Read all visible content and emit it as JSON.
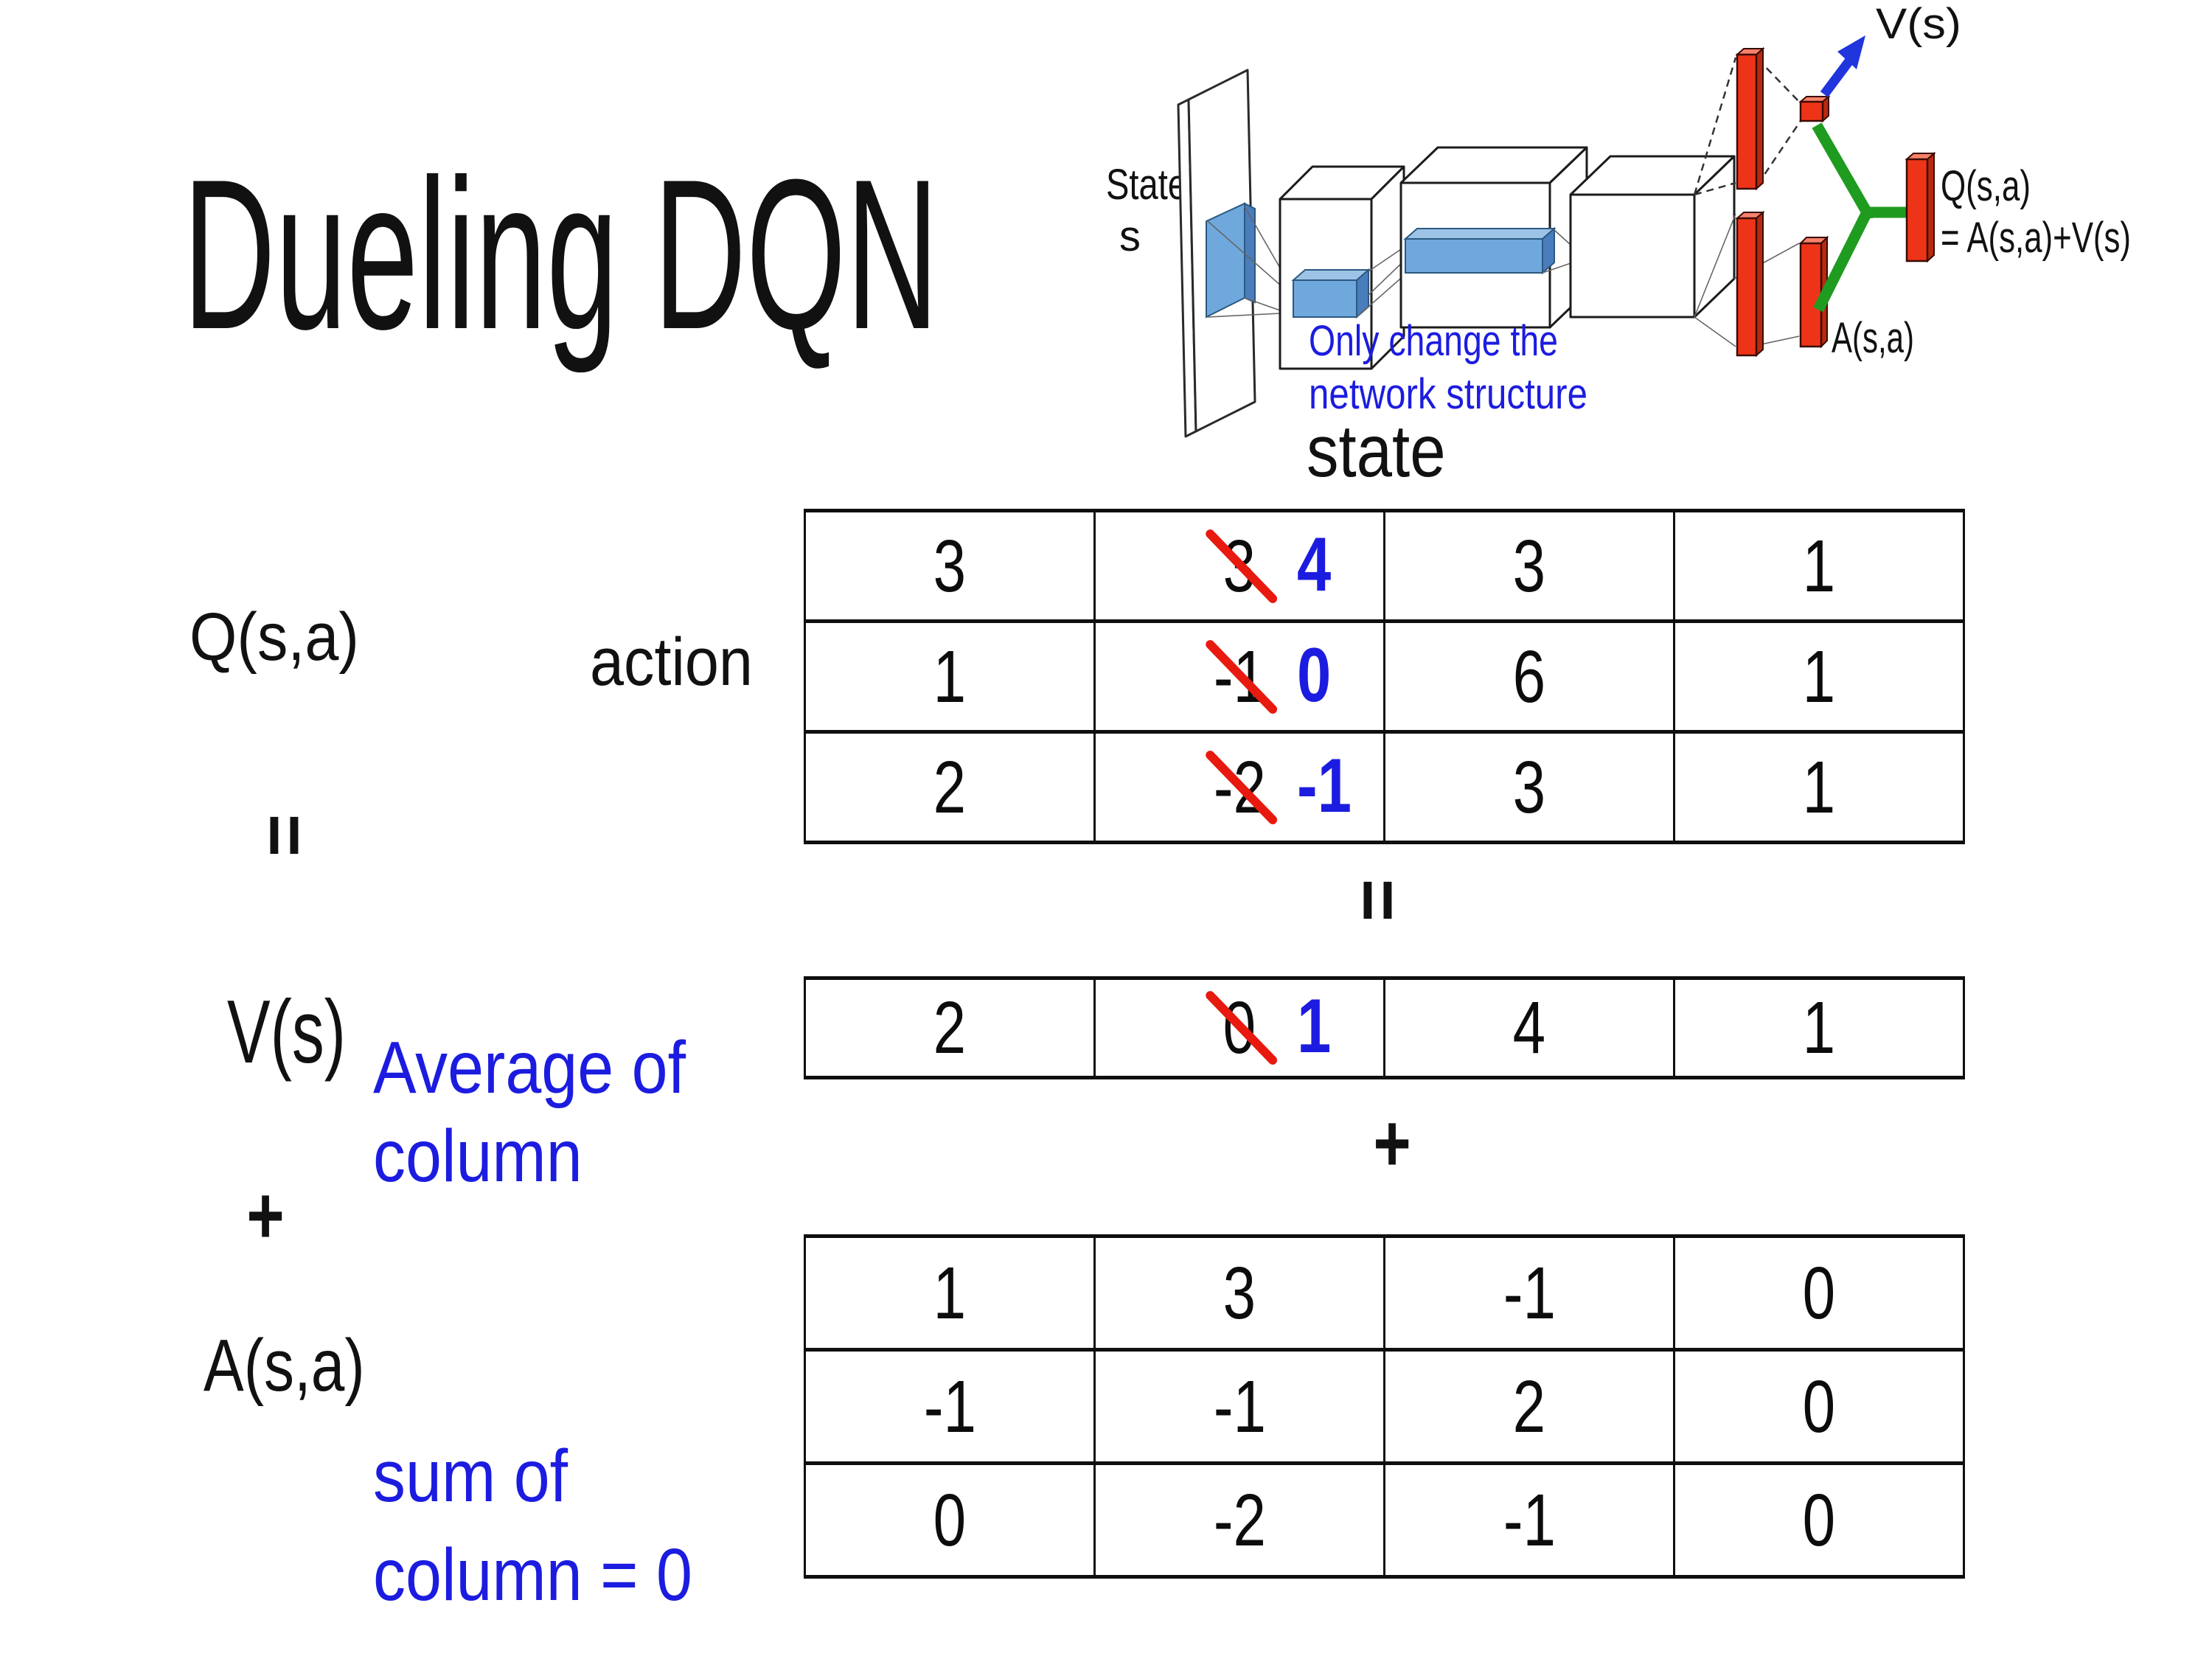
{
  "title": "Dueling DQN",
  "colors": {
    "accent_blue": "#1c1ce0",
    "strike_red": "#e8190f",
    "bar_red": "#ee3418",
    "bar_red_dark": "#b72a10",
    "bar_red_light": "#f8816a",
    "green": "#1f9b1f",
    "box_blue": "#6fa8dc",
    "box_blue_dark": "#4a7dbb",
    "box_blue_light": "#9dc3e6",
    "ink": "#111111"
  },
  "diagram": {
    "state_line1": "State",
    "state_line2": "s",
    "note_line1": "Only change the",
    "note_line2": "network structure",
    "v_out_label": "V(s)",
    "q_out_line1": "Q(s,a)",
    "q_out_line2": "= A(s,a)+V(s)",
    "a_out_label": "A(s,a)"
  },
  "decomposition": {
    "q_label": "Q(s,a)",
    "equals_left": "=",
    "equals_mid": "=",
    "action_label": "action",
    "state_label": "state",
    "v_label": "V(s)",
    "avg_note_line1": "Average of",
    "avg_note_line2": "column",
    "plus_left": "+",
    "plus_mid": "+",
    "a_label": "A(s,a)",
    "sum_note_line1": "sum of",
    "sum_note_line2": "column = 0",
    "q_table": {
      "rows": [
        [
          {
            "text": "3"
          },
          {
            "text": "3",
            "struck": true,
            "replacement": "4"
          },
          {
            "text": "3"
          },
          {
            "text": "1"
          }
        ],
        [
          {
            "text": "1"
          },
          {
            "text": "-1",
            "struck": true,
            "replacement": "0"
          },
          {
            "text": "6"
          },
          {
            "text": "1"
          }
        ],
        [
          {
            "text": "2"
          },
          {
            "text": "-2",
            "struck": true,
            "replacement": "-1"
          },
          {
            "text": "3"
          },
          {
            "text": "1"
          }
        ]
      ]
    },
    "v_table": {
      "rows": [
        [
          {
            "text": "2"
          },
          {
            "text": "0",
            "struck": true,
            "replacement": "1"
          },
          {
            "text": "4"
          },
          {
            "text": "1"
          }
        ]
      ]
    },
    "a_table": {
      "rows": [
        [
          {
            "text": "1"
          },
          {
            "text": "3"
          },
          {
            "text": "-1"
          },
          {
            "text": "0"
          }
        ],
        [
          {
            "text": "-1"
          },
          {
            "text": "-1"
          },
          {
            "text": "2"
          },
          {
            "text": "0"
          }
        ],
        [
          {
            "text": "0"
          },
          {
            "text": "-2"
          },
          {
            "text": "-1"
          },
          {
            "text": "0"
          }
        ]
      ]
    }
  }
}
